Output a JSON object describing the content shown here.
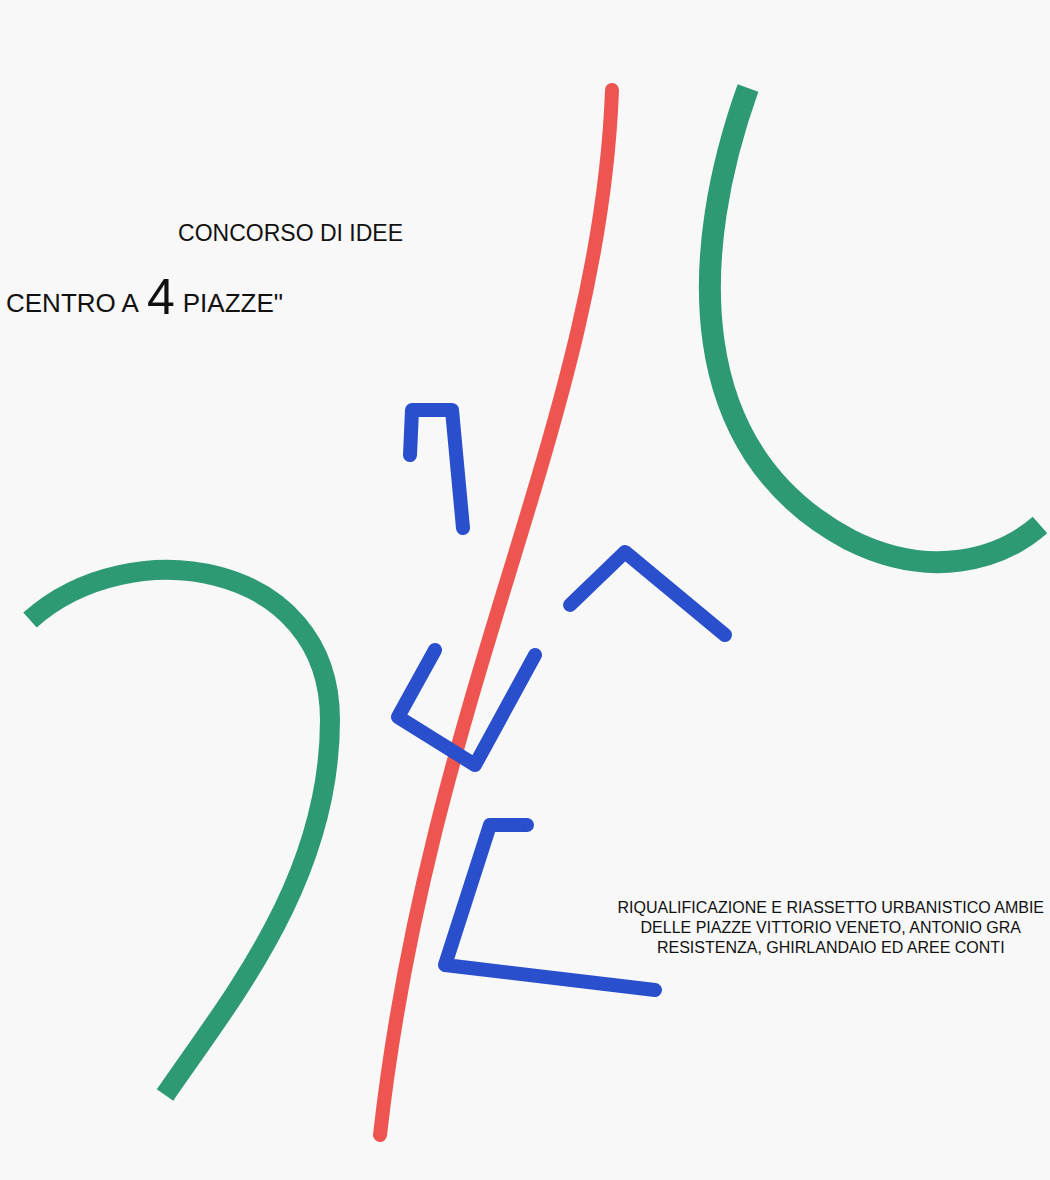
{
  "diagram": {
    "title": "CONCORSO DI IDEE",
    "labels": [
      "CENTRO A",
      "4",
      "PIAZZE\"",
      "RIQUALIFICAZIONE E RIASSETTO URBANISTICO AMBIE",
      "DELLE PIAZZE VITTORIO VENETO, ANTONIO GRA",
      "RESISTENZA, GHIRLANDAIO ED AREE CONTI"
    ]
  }
}
